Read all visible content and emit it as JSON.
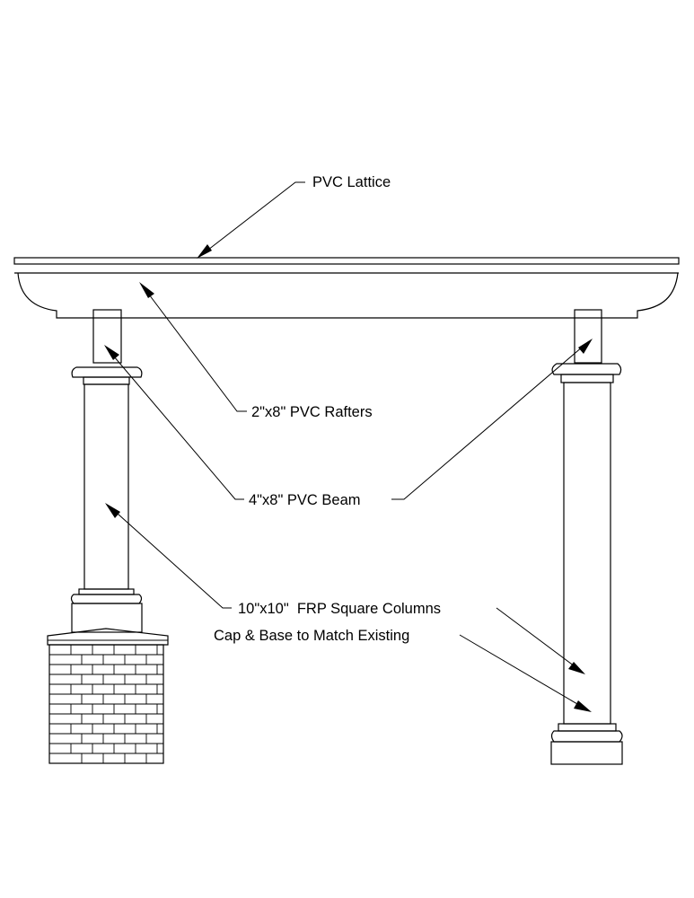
{
  "drawing": {
    "labels": {
      "lattice": "PVC Lattice",
      "rafters": "2\"x8\" PVC Rafters",
      "beam": "4\"x8\" PVC Beam",
      "columns": "10\"x10\"  FRP Square Columns",
      "cap_base": "Cap & Base to Match Existing"
    }
  }
}
